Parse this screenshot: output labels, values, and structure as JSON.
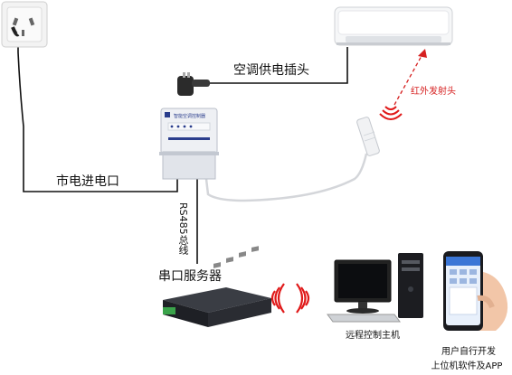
{
  "labels": {
    "ac_power_plug": "空调供电插头",
    "infrared_emitter": "红外发射头",
    "mains_inlet": "市电进电口",
    "rs485_bus": "RS485总线",
    "serial_server": "串口服务器",
    "remote_host": "远程控制主机",
    "user_software_line1": "用户自行开发",
    "user_software_line2": "上位机软件及APP"
  },
  "device": {
    "name": "智能空调控制器"
  },
  "colors": {
    "wire": "#111111",
    "ir_red": "#d62020",
    "signal_red": "#e01818",
    "device_body": "#eef0f4",
    "device_blue": "#2a3d8c"
  }
}
